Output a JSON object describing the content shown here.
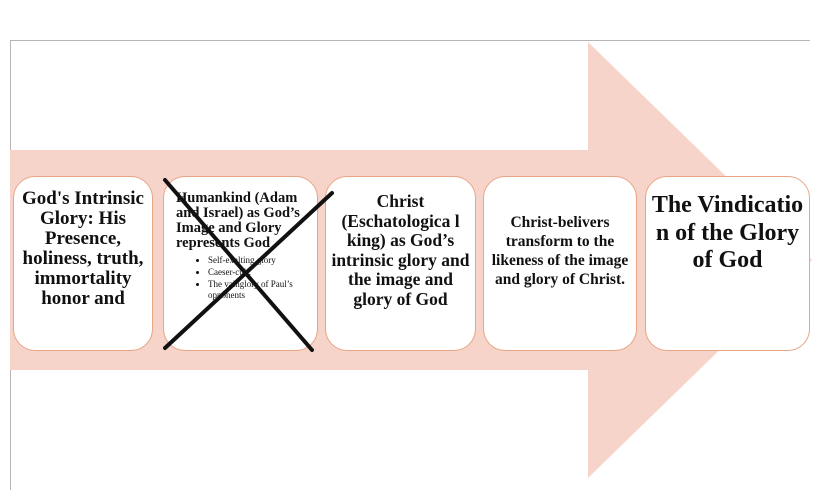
{
  "colors": {
    "arrow_fill": "#f7d4c9",
    "box_border": "#e7a585",
    "cross_stroke": "#111111"
  },
  "boxes": [
    {
      "text": "God's Intrinsic Glory: His Presence, holiness, truth, immortality honor and"
    },
    {
      "text": "Humankind (Adam and Israel) as God’s Image and Glory represents God",
      "bullets": [
        "Self-exalting glory",
        "Caeser-cult.",
        "The vainglory of Paul’s opponents"
      ],
      "crossed_out": true
    },
    {
      "text": "Christ (Eschatologica l king) as God’s intrinsic glory and the image and glory of God"
    },
    {
      "text": "Christ-belivers transform to the likeness of the image and glory of Christ."
    },
    {
      "text": "The Vindicatio n of the Glory of God"
    }
  ]
}
